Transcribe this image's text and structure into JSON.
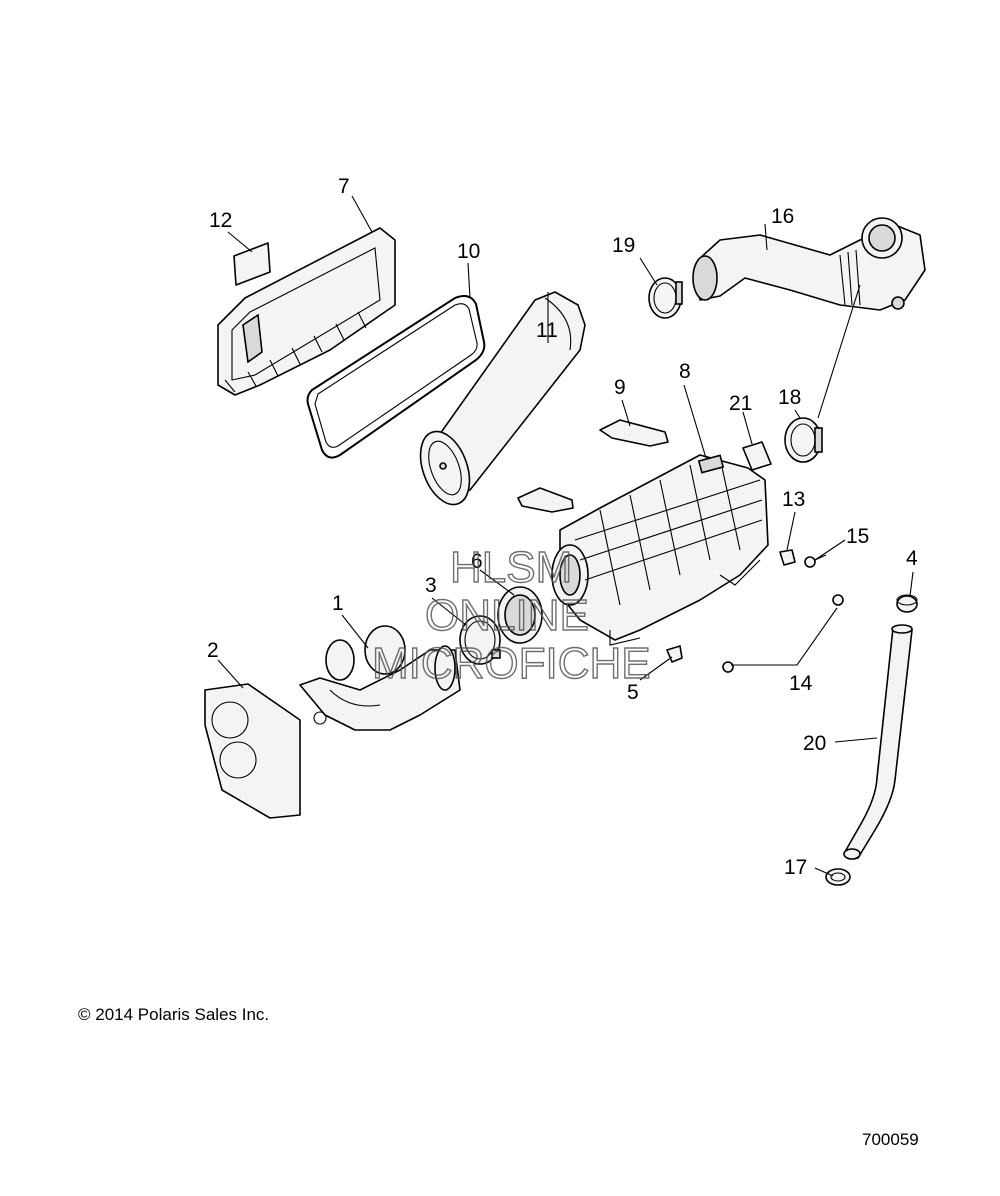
{
  "callouts": [
    "1",
    "2",
    "3",
    "4",
    "5",
    "6",
    "7",
    "8",
    "9",
    "10",
    "11",
    "12",
    "13",
    "14",
    "15",
    "16",
    "17",
    "18",
    "19",
    "20",
    "21"
  ],
  "watermark": [
    "HLSM",
    "ONLINE",
    "MICROFICHE"
  ],
  "footer": {
    "copyright": "© 2014 Polaris Sales Inc.",
    "diagram_number": "700059"
  }
}
